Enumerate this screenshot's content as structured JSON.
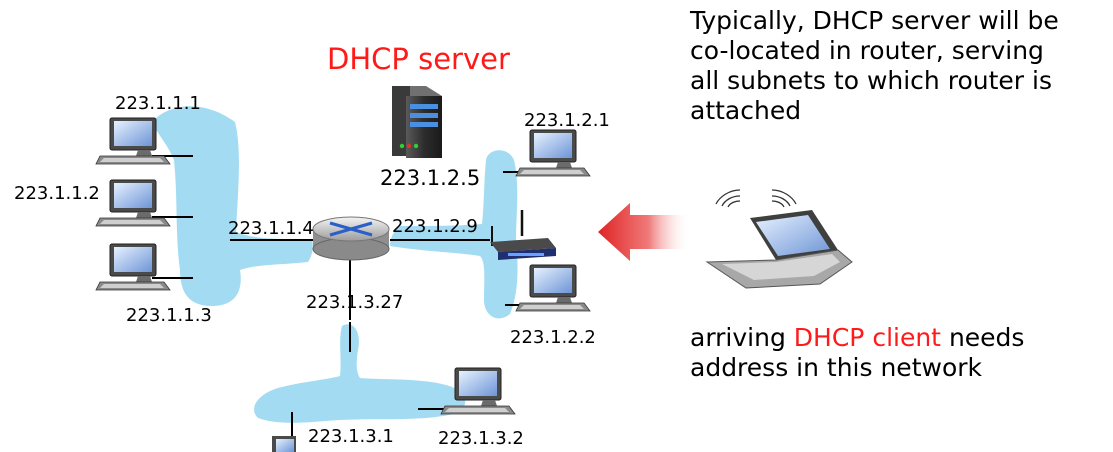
{
  "server_title": "DHCP server",
  "note_top": {
    "lines": [
      "Typically, DHCP server will be",
      "co-located in router, serving",
      "all subnets to which router is",
      "attached"
    ]
  },
  "note_bottom": {
    "line1_prefix": "arriving ",
    "line1_highlight": "DHCP client",
    "line1_suffix": " needs",
    "line2": "address in this network"
  },
  "addresses": {
    "h111": "223.1.1.1",
    "h112": "223.1.1.2",
    "h113": "223.1.1.3",
    "r114": "223.1.1.4",
    "r129": "223.1.2.9",
    "s125": "223.1.2.5",
    "h121": "223.1.2.1",
    "h122": "223.1.2.2",
    "r1327": "223.1.3.27",
    "h131": "223.1.3.1",
    "h132": "223.1.3.2"
  },
  "colors": {
    "subnet_fill": "#a3dcf2",
    "highlight_red": "#ff1a1a",
    "arrow_red": "#e02424"
  },
  "icons": [
    "desktop-computer-icon",
    "server-tower-icon",
    "router-icon",
    "wireless-access-point-icon",
    "laptop-icon",
    "wireless-signal-icon"
  ]
}
